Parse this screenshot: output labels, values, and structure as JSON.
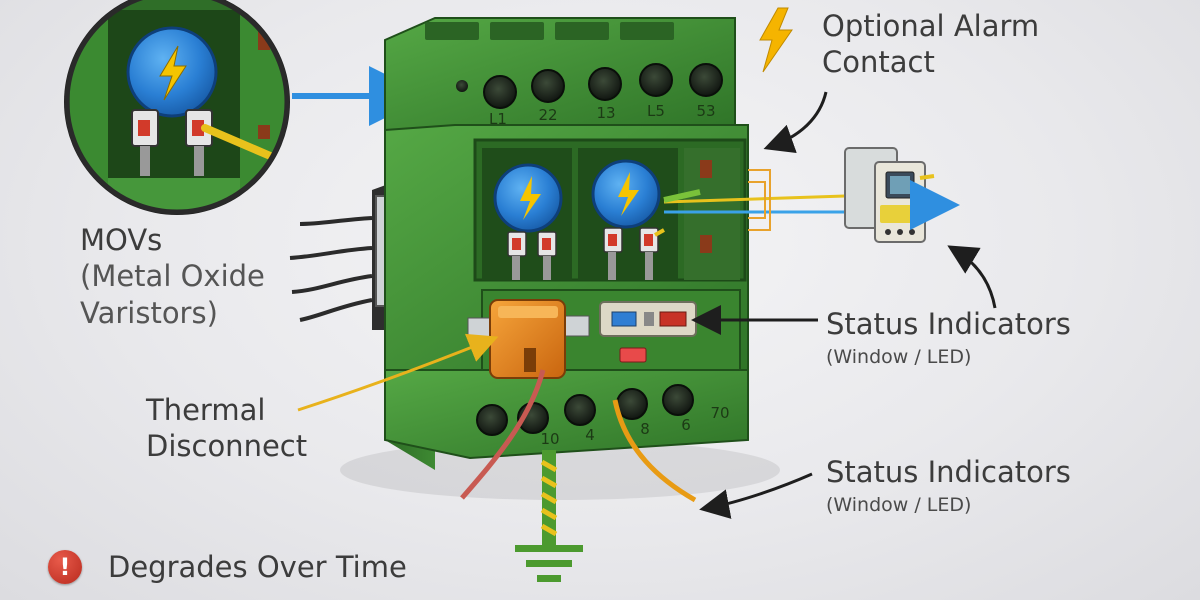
{
  "labels": {
    "optional_alarm_line1": "Optional Alarm",
    "optional_alarm_line2": "Contact",
    "movs_title": "MOVs",
    "movs_sub1": "(Metal Oxide",
    "movs_sub2": "Varistors)",
    "status1_title": "Status Indicators",
    "status1_sub": "(Window / LED)",
    "status2_title": "Status Indicators",
    "status2_sub": "(Window / LED)",
    "thermal_line1": "Thermal",
    "thermal_line2": "Disconnect",
    "degrades": "Degrades Over Time",
    "warning_symbol": "!"
  },
  "terminals_top": [
    "L1",
    "22",
    "13",
    "L5",
    "53"
  ],
  "terminals_bottom": [
    "10",
    "4",
    "8",
    "6",
    "70"
  ],
  "colors": {
    "housing": "#3f8f34",
    "housing_dark": "#2d6d25",
    "mov_blue": "#2a7fd4",
    "bolt": "#f5c400",
    "thermal_orange": "#e8891c",
    "arrow_blue": "#2f8fe0",
    "ground_green": "#4c9a2f",
    "warning_red": "#c8372a"
  },
  "icons": [
    "lightning-icon",
    "warning-icon",
    "ground-symbol-icon",
    "alarm-contact-module-icon"
  ]
}
